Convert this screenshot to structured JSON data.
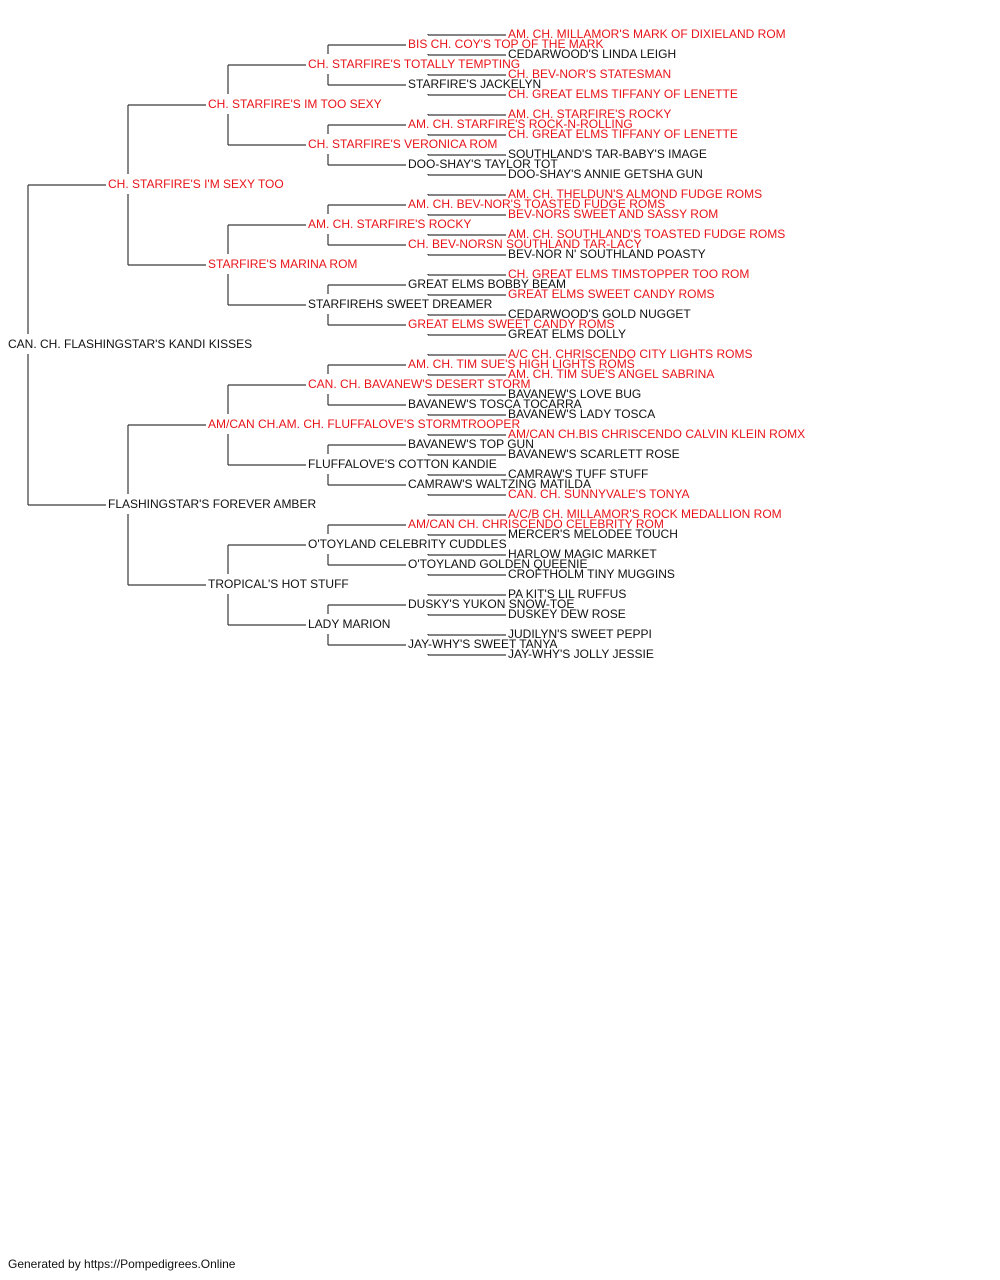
{
  "colors": {
    "champion": "#e8141a",
    "normal": "#111111",
    "lines": "#3a3a3a"
  },
  "footer": "Generated by https://Pompedigrees.Online",
  "pedigree": [
    {
      "name": "CAN. CH. FLASHINGSTAR'S KANDI KISSES",
      "champion": false
    },
    {
      "name": "CH. STARFIRE'S I'M SEXY TOO",
      "champion": true
    },
    {
      "name": "FLASHINGSTAR'S FOREVER AMBER",
      "champion": false
    },
    {
      "name": "CH. STARFIRE'S IM TOO SEXY",
      "champion": true
    },
    {
      "name": "STARFIRE'S MARINA ROM",
      "champion": true
    },
    {
      "name": "AM/CAN CH.AM. CH. FLUFFALOVE'S STORMTROOPER",
      "champion": true
    },
    {
      "name": "TROPICAL'S HOT STUFF",
      "champion": false
    },
    {
      "name": "CH. STARFIRE'S TOTALLY TEMPTING",
      "champion": true
    },
    {
      "name": "CH. STARFIRE'S VERONICA ROM",
      "champion": true
    },
    {
      "name": "AM. CH. STARFIRE'S ROCKY",
      "champion": true
    },
    {
      "name": "STARFIREHS SWEET DREAMER",
      "champion": false
    },
    {
      "name": "CAN. CH. BAVANEW'S DESERT STORM",
      "champion": true
    },
    {
      "name": "FLUFFALOVE'S COTTON KANDIE",
      "champion": false
    },
    {
      "name": "O'TOYLAND CELEBRITY CUDDLES",
      "champion": false
    },
    {
      "name": "LADY MARION",
      "champion": false
    },
    {
      "name": "BIS CH. COY'S TOP OF THE MARK",
      "champion": true
    },
    {
      "name": "STARFIRE'S JACKELYN",
      "champion": false
    },
    {
      "name": "AM. CH. STARFIRE'S ROCK-N-ROLLING",
      "champion": true
    },
    {
      "name": "DOO-SHAY'S TAYLOR TOT",
      "champion": false
    },
    {
      "name": "AM. CH. BEV-NOR'S TOASTED FUDGE ROMS",
      "champion": true
    },
    {
      "name": "CH. BEV-NORSN SOUTHLAND TAR-LACY",
      "champion": true
    },
    {
      "name": "GREAT ELMS BOBBY BEAM",
      "champion": false
    },
    {
      "name": "GREAT ELMS SWEET CANDY ROMS",
      "champion": true
    },
    {
      "name": "AM. CH. TIM SUE'S HIGH LIGHTS ROMS",
      "champion": true
    },
    {
      "name": "BAVANEW'S TOSCA TOCARRA",
      "champion": false
    },
    {
      "name": "BAVANEW'S TOP GUN",
      "champion": false
    },
    {
      "name": "CAMRAW'S WALTZING MATILDA",
      "champion": false
    },
    {
      "name": "AM/CAN CH. CHRISCENDO CELEBRITY ROM",
      "champion": true
    },
    {
      "name": "O'TOYLAND GOLDEN QUEENIE",
      "champion": false
    },
    {
      "name": "DUSKY'S YUKON SNOW-TOE",
      "champion": false
    },
    {
      "name": "JAY-WHY'S SWEET TANYA",
      "champion": false
    },
    {
      "name": "AM. CH. MILLAMOR'S MARK OF DIXIELAND ROM",
      "champion": true
    },
    {
      "name": "CEDARWOOD'S LINDA LEIGH",
      "champion": false
    },
    {
      "name": "CH. BEV-NOR'S STATESMAN",
      "champion": true
    },
    {
      "name": "CH. GREAT ELMS TIFFANY OF LENETTE",
      "champion": true
    },
    {
      "name": "AM. CH. STARFIRE'S ROCKY",
      "champion": true
    },
    {
      "name": "CH. GREAT ELMS TIFFANY OF LENETTE",
      "champion": true
    },
    {
      "name": "SOUTHLAND'S TAR-BABY'S IMAGE",
      "champion": false
    },
    {
      "name": "DOO-SHAY'S ANNIE GETSHA GUN",
      "champion": false
    },
    {
      "name": "AM. CH. THELDUN'S ALMOND FUDGE ROMS",
      "champion": true
    },
    {
      "name": "BEV-NORS SWEET AND SASSY ROM",
      "champion": true
    },
    {
      "name": "AM. CH. SOUTHLAND'S TOASTED FUDGE ROMS",
      "champion": true
    },
    {
      "name": "BEV-NOR N' SOUTHLAND POASTY",
      "champion": false
    },
    {
      "name": "CH. GREAT ELMS TIMSTOPPER TOO ROM",
      "champion": true
    },
    {
      "name": "GREAT ELMS SWEET CANDY ROMS",
      "champion": true
    },
    {
      "name": "CEDARWOOD'S GOLD NUGGET",
      "champion": false
    },
    {
      "name": "GREAT ELMS DOLLY",
      "champion": false
    },
    {
      "name": "A/C CH. CHRISCENDO CITY LIGHTS ROMS",
      "champion": true
    },
    {
      "name": "AM. CH. TIM SUE'S ANGEL SABRINA",
      "champion": true
    },
    {
      "name": "BAVANEW'S LOVE BUG",
      "champion": false
    },
    {
      "name": "BAVANEW'S LADY TOSCA",
      "champion": false
    },
    {
      "name": "AM/CAN CH.BIS CHRISCENDO CALVIN KLEIN ROMX",
      "champion": true
    },
    {
      "name": "BAVANEW'S SCARLETT ROSE",
      "champion": false
    },
    {
      "name": "CAMRAW'S TUFF STUFF",
      "champion": false
    },
    {
      "name": "CAN. CH. SUNNYVALE'S TONYA",
      "champion": true
    },
    {
      "name": "A/C/B CH. MILLAMOR'S ROCK MEDALLION ROM",
      "champion": true
    },
    {
      "name": "MERCER'S MELODEE TOUCH",
      "champion": false
    },
    {
      "name": "HARLOW MAGIC MARKET",
      "champion": false
    },
    {
      "name": "CROFTHOLM TINY MUGGINS",
      "champion": false
    },
    {
      "name": "PA KIT'S LIL RUFFUS",
      "champion": false
    },
    {
      "name": "DUSKEY DEW ROSE",
      "champion": false
    },
    {
      "name": "JUDILYN'S SWEET PEPPI",
      "champion": false
    },
    {
      "name": "JAY-WHY'S JOLLY JESSIE",
      "champion": false
    }
  ]
}
